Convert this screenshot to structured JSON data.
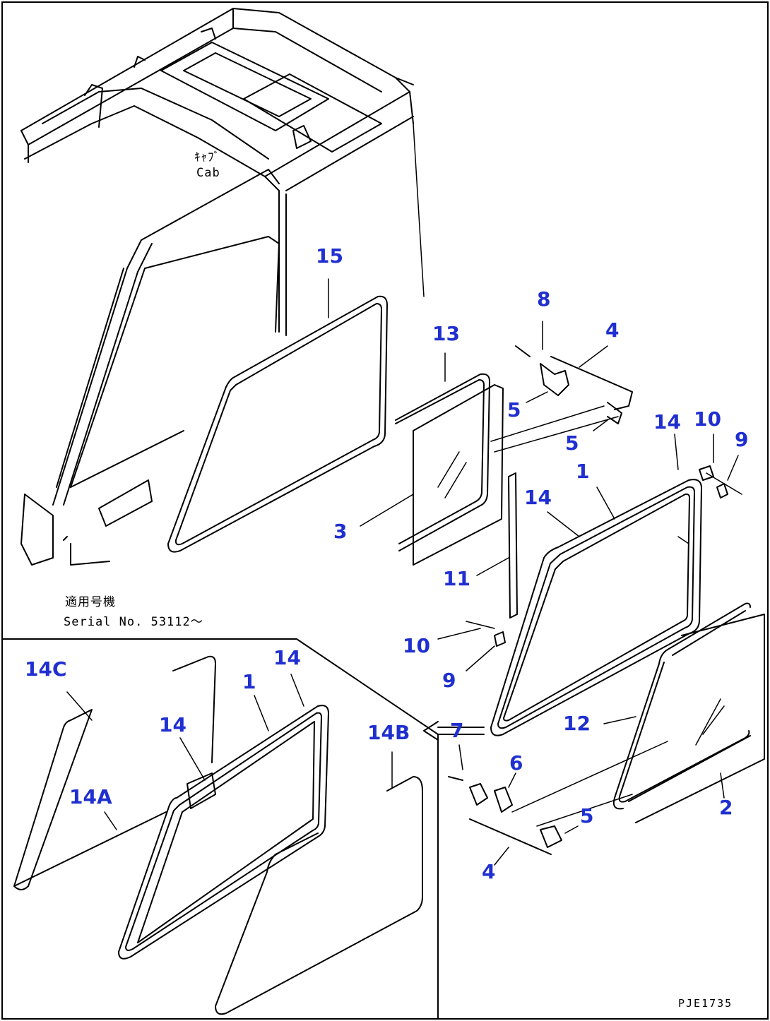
{
  "notes": {
    "cab_line1": "ｷｬﾌﾞ",
    "cab_line2": "Cab",
    "serial_line1": "適用号機",
    "serial_line2": "Serial No. 53112～",
    "drawing_code": "PJE1735"
  },
  "callouts": {
    "c15": "15",
    "c13": "13",
    "c8": "8",
    "c4_top": "4",
    "c5_a": "5",
    "c5_b": "5",
    "c14_top": "14",
    "c10_top": "10",
    "c9_top": "9",
    "c1_main": "1",
    "c14_mid": "14",
    "c3": "3",
    "c11": "11",
    "c10_mid": "10",
    "c9_mid": "9",
    "c12": "12",
    "c7": "7",
    "c6": "6",
    "c5_c": "5",
    "c2": "2",
    "c4_bottom": "4",
    "c14c": "14C",
    "c14_inset_top": "14",
    "c1_inset": "1",
    "c14_inset_mid": "14",
    "c14a": "14A",
    "c14b": "14B"
  }
}
